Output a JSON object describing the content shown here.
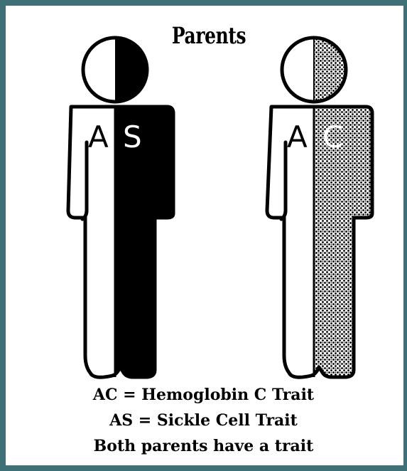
{
  "title": "Parents",
  "parents": [
    {
      "left_letter": "A",
      "right_letter": "S",
      "fill": "#000000"
    },
    {
      "left_letter": "A",
      "right_letter": "C",
      "fill": "stipple-gray"
    }
  ],
  "captions": [
    "AC = Hemoglobin C Trait",
    "AS = Sickle Cell Trait",
    "Both parents have a trait"
  ],
  "colors": {
    "frame": "#3f6f77",
    "figure": "#000000",
    "background": "#ffffff"
  }
}
